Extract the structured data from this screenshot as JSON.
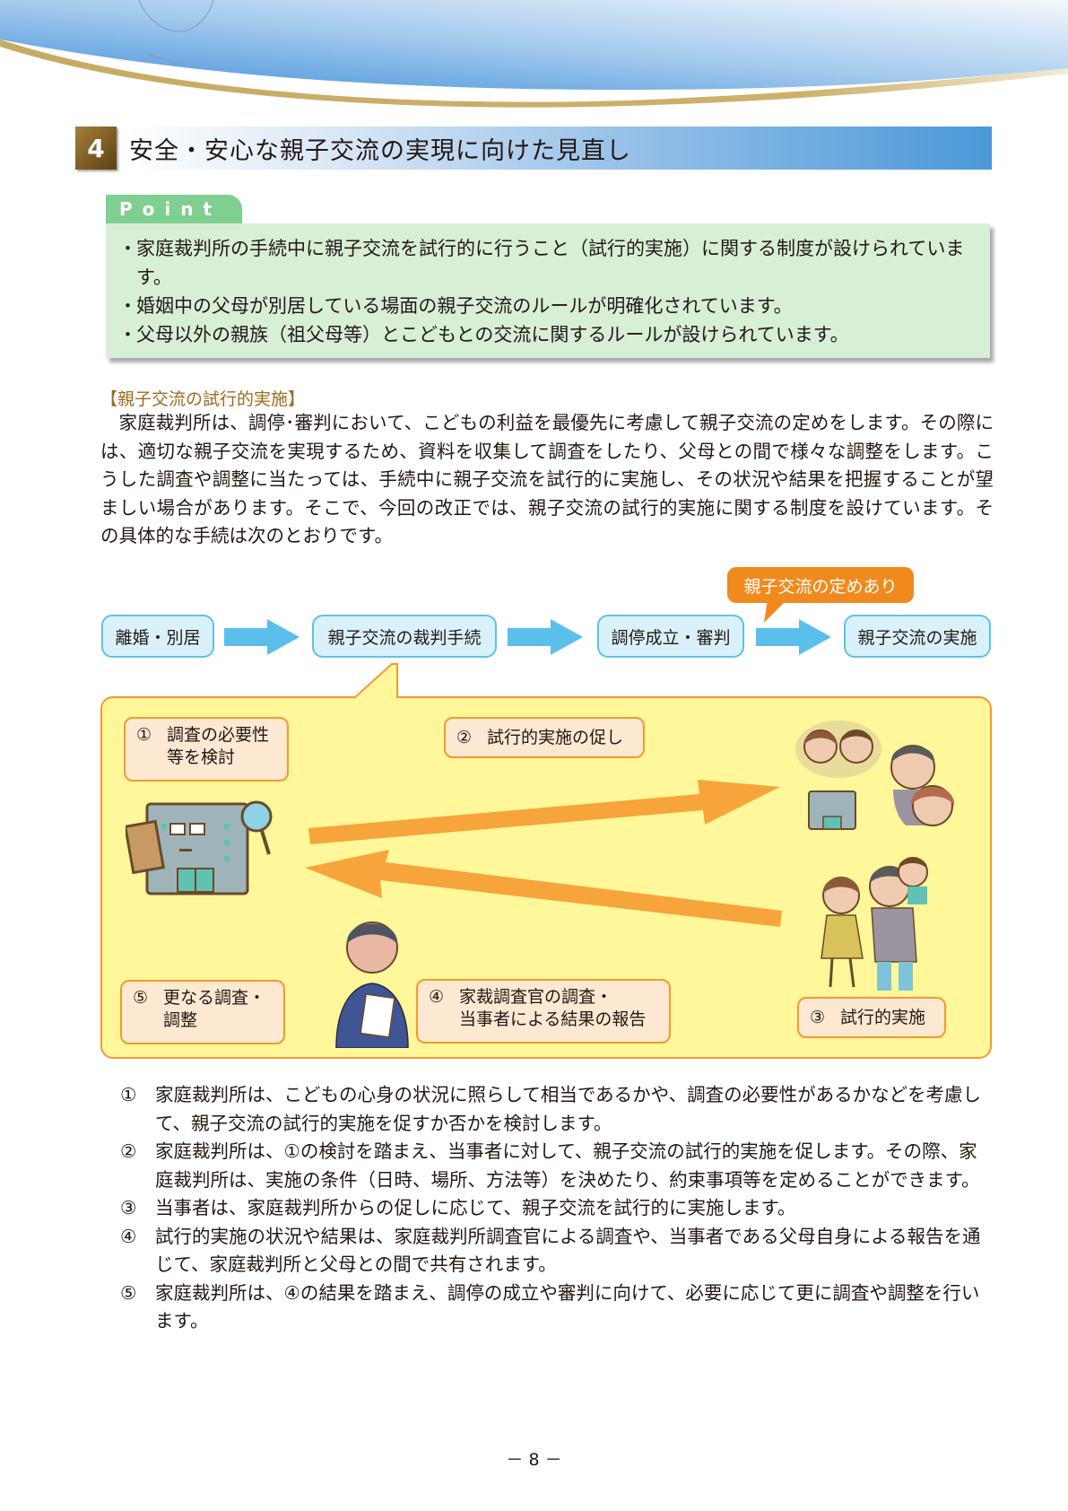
{
  "section": {
    "number": "4",
    "title": "安全・安心な親子交流の実現に向けた見直し"
  },
  "point": {
    "label": "Point",
    "items": [
      {
        "bullet": "・",
        "text": "家庭裁判所の手続中に親子交流を試行的に行うこと（試行的実施）に関する制度が設けられています。"
      },
      {
        "bullet": "・",
        "text": "婚姻中の父母が別居している場面の親子交流のルールが明確化されています。"
      },
      {
        "bullet": "・",
        "text": "父母以外の親族（祖父母等）とこどもとの交流に関するルールが設けられています。"
      }
    ]
  },
  "subsection": {
    "title": "【親子交流の試行的実施】",
    "paragraph": "家庭裁判所は、調停･審判において、こどもの利益を最優先に考慮して親子交流の定めをします。その際には、適切な親子交流を実現するため、資料を収集して調査をしたり、父母との間で様々な調整をします。こうした調査や調整に当たっては、手続中に親子交流を試行的に実施し、その状況や結果を把握することが望ましい場合があります。そこで、今回の改正では、親子交流の試行的実施に関する制度を設けています。その具体的な手続は次のとおりです。"
  },
  "flow": {
    "steps": [
      "離婚・別居",
      "親子交流の裁判手続",
      "調停成立・審判",
      "親子交流の実施"
    ],
    "callout": "親子交流の定めあり",
    "colors": {
      "box_border": "#5fc2e6",
      "box_fill": "#d9f1fb",
      "arrow": "#5bbfec",
      "callout": "#f18a1e"
    }
  },
  "process": {
    "steps": [
      {
        "num": "①",
        "text": "調査の必要性等を検討",
        "line1": "調査の必要性",
        "line2": "等を検討"
      },
      {
        "num": "②",
        "text": "試行的実施の促し"
      },
      {
        "num": "③",
        "text": "試行的実施"
      },
      {
        "num": "④",
        "text": "家裁調査官の調査・当事者による結果の報告",
        "line1": "家裁調査官の調査・",
        "line2": "当事者による結果の報告"
      },
      {
        "num": "⑤",
        "text": "更なる調査・調整",
        "line1": "更なる調査・",
        "line2": "調整"
      }
    ],
    "colors": {
      "panel": "#fff79a",
      "border": "#f29a2e",
      "step_fill": "#fde8d2",
      "arrow": "#f7a43a"
    }
  },
  "explanations": [
    {
      "num": "①",
      "text": "家庭裁判所は、こどもの心身の状況に照らして相当であるかや、調査の必要性があるかなどを考慮して、親子交流の試行的実施を促すか否かを検討します。"
    },
    {
      "num": "②",
      "text": "家庭裁判所は、①の検討を踏まえ、当事者に対して、親子交流の試行的実施を促します。その際、家庭裁判所は、実施の条件（日時、場所、方法等）を決めたり、約束事項等を定めることができます。"
    },
    {
      "num": "③",
      "text": "当事者は、家庭裁判所からの促しに応じて、親子交流を試行的に実施します。"
    },
    {
      "num": "④",
      "text": "試行的実施の状況や結果は、家庭裁判所調査官による調査や、当事者である父母自身による報告を通じて、家庭裁判所と父母との間で共有されます。"
    },
    {
      "num": "⑤",
      "text": "家庭裁判所は、④の結果を踏まえ、調停の成立や審判に向けて、必要に応じて更に調査や調整を行います。"
    }
  ],
  "footer": {
    "page_number": "－ 8 －"
  }
}
